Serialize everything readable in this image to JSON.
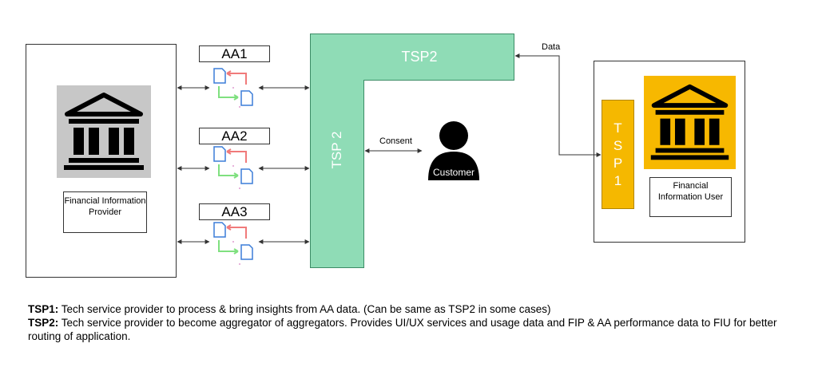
{
  "fip": {
    "label": "Financial Information Provider"
  },
  "aggregators": [
    {
      "label": "AA1"
    },
    {
      "label": "AA2"
    },
    {
      "label": "AA3"
    }
  ],
  "tsp2": {
    "horizontal_label": "TSP2",
    "vertical_label": "TSP 2"
  },
  "customer": {
    "label": "Customer",
    "consent_label": "Consent"
  },
  "data_label": "Data",
  "fiu": {
    "label": "Financial Information User",
    "tsp1_label": "TSP1",
    "tsp1_letters": [
      "T",
      "S",
      "P",
      "1"
    ]
  },
  "notes": {
    "tsp1_term": "TSP1:",
    "tsp1_text": " Tech service provider to process & bring insights from AA data. (Can be same as TSP2 in some cases)",
    "tsp2_term": "TSP2:",
    "tsp2_text": " Tech service provider to become aggregator of aggregators. Provides UI/UX services and usage data and FIP & AA performance data to FIU for better routing of application."
  },
  "colors": {
    "tsp2_fill": "#8fdcb6",
    "tsp1_fill": "#f5b800",
    "fip_bank_bg": "#c7c7c7",
    "fiu_bank_bg": "#f7b800"
  },
  "icons": [
    "bank-icon",
    "document-sync-icon",
    "person-icon",
    "double-arrow-icon"
  ]
}
